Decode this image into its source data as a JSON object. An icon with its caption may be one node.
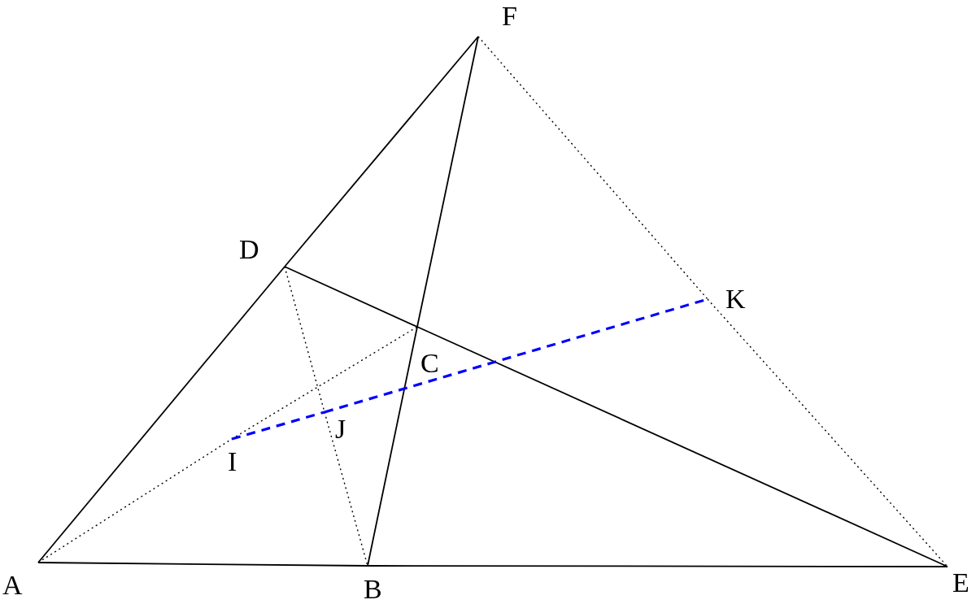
{
  "diagram": {
    "nodes": [
      {
        "text": [
          "A"
        ]
      },
      {
        "text": [
          "B"
        ]
      },
      {
        "text": [
          "C"
        ]
      },
      {
        "text": [
          "D"
        ]
      },
      {
        "text": [
          "E"
        ]
      },
      {
        "text": [
          "F"
        ]
      },
      {
        "text": [
          "I"
        ]
      },
      {
        "text": [
          "J"
        ]
      },
      {
        "text": [
          "K"
        ]
      }
    ],
    "edges": [
      {
        "from": 0,
        "to": 3,
        "arrow": "none"
      },
      {
        "from": 3,
        "to": 5,
        "arrow": "none"
      },
      {
        "from": 0,
        "to": 1,
        "arrow": "none"
      },
      {
        "from": 1,
        "to": 4,
        "arrow": "none"
      },
      {
        "from": 3,
        "to": 2,
        "arrow": "none"
      },
      {
        "from": 2,
        "to": 4,
        "arrow": "none"
      },
      {
        "from": 1,
        "to": 2,
        "arrow": "none"
      },
      {
        "from": 2,
        "to": 5,
        "arrow": "none"
      },
      {
        "from": 0,
        "to": 6,
        "arrow": "none",
        "style": "dashed"
      },
      {
        "from": 6,
        "to": 2,
        "arrow": "none",
        "style": "dashed"
      },
      {
        "from": 3,
        "to": 7,
        "arrow": "none",
        "style": "dashed"
      },
      {
        "from": 7,
        "to": 1,
        "arrow": "none",
        "style": "dashed"
      },
      {
        "from": 5,
        "to": 8,
        "arrow": "none",
        "style": "dashed"
      },
      {
        "from": 8,
        "to": 4,
        "arrow": "none",
        "style": "dashed"
      },
      {
        "from": 6,
        "to": 7,
        "arrow": "none",
        "style": "dashed",
        "color": "#0000ff"
      },
      {
        "from": 7,
        "to": 8,
        "arrow": "none",
        "style": "dashed",
        "color": "#0000ff"
      }
    ]
  }
}
